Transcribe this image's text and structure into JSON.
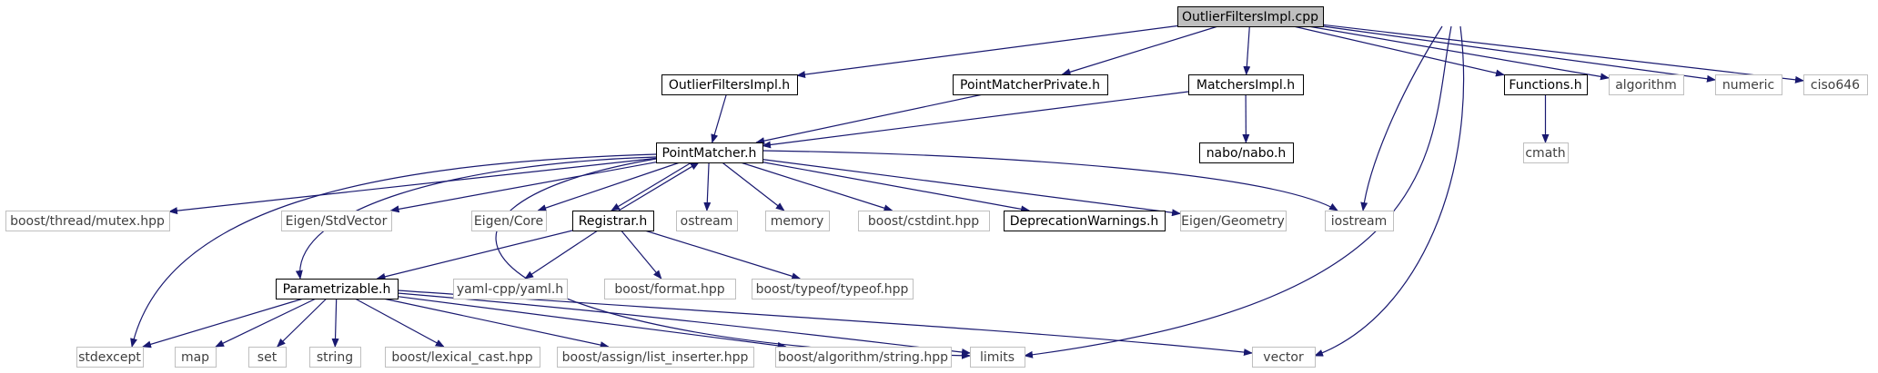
{
  "diagram": {
    "type": "include-dependency-graph",
    "root": "OutlierFiltersImpl.cpp",
    "colors": {
      "edge": "#191970",
      "root_fill": "#bfbfbf",
      "documented_border": "#000000",
      "external_border": "#bfbfbf",
      "external_text": "#3f3f3f",
      "documented_text": "#000000"
    },
    "nodes": [
      {
        "id": "outlierfiltersimpl-cpp",
        "label": "OutlierFiltersImpl.cpp",
        "kind": "root"
      },
      {
        "id": "outlierfiltersimpl-h",
        "label": "OutlierFiltersImpl.h",
        "kind": "documented"
      },
      {
        "id": "pointmatcherprivate-h",
        "label": "PointMatcherPrivate.h",
        "kind": "documented"
      },
      {
        "id": "matchersimpl-h",
        "label": "MatchersImpl.h",
        "kind": "documented"
      },
      {
        "id": "functions-h",
        "label": "Functions.h",
        "kind": "documented"
      },
      {
        "id": "algorithm",
        "label": "algorithm",
        "kind": "external"
      },
      {
        "id": "numeric",
        "label": "numeric",
        "kind": "external"
      },
      {
        "id": "ciso646",
        "label": "ciso646",
        "kind": "external"
      },
      {
        "id": "nabo-h",
        "label": "nabo/nabo.h",
        "kind": "documented"
      },
      {
        "id": "cmath",
        "label": "cmath",
        "kind": "external"
      },
      {
        "id": "pointmatcher-h",
        "label": "PointMatcher.h",
        "kind": "documented"
      },
      {
        "id": "boost-thread-mutex",
        "label": "boost/thread/mutex.hpp",
        "kind": "external"
      },
      {
        "id": "eigen-stdvector",
        "label": "Eigen/StdVector",
        "kind": "external"
      },
      {
        "id": "eigen-core",
        "label": "Eigen/Core",
        "kind": "external"
      },
      {
        "id": "registrar-h",
        "label": "Registrar.h",
        "kind": "documented"
      },
      {
        "id": "ostream",
        "label": "ostream",
        "kind": "external"
      },
      {
        "id": "memory",
        "label": "memory",
        "kind": "external"
      },
      {
        "id": "boost-cstdint",
        "label": "boost/cstdint.hpp",
        "kind": "external"
      },
      {
        "id": "deprecationwarnings-h",
        "label": "DeprecationWarnings.h",
        "kind": "documented"
      },
      {
        "id": "eigen-geometry",
        "label": "Eigen/Geometry",
        "kind": "external"
      },
      {
        "id": "iostream",
        "label": "iostream",
        "kind": "external"
      },
      {
        "id": "yaml-cpp",
        "label": "yaml-cpp/yaml.h",
        "kind": "external"
      },
      {
        "id": "boost-format",
        "label": "boost/format.hpp",
        "kind": "external"
      },
      {
        "id": "boost-typeof",
        "label": "boost/typeof/typeof.hpp",
        "kind": "external"
      },
      {
        "id": "parametrizable-h",
        "label": "Parametrizable.h",
        "kind": "documented"
      },
      {
        "id": "stdexcept",
        "label": "stdexcept",
        "kind": "external"
      },
      {
        "id": "map",
        "label": "map",
        "kind": "external"
      },
      {
        "id": "set",
        "label": "set",
        "kind": "external"
      },
      {
        "id": "string",
        "label": "string",
        "kind": "external"
      },
      {
        "id": "boost-lexical-cast",
        "label": "boost/lexical_cast.hpp",
        "kind": "external"
      },
      {
        "id": "boost-assign",
        "label": "boost/assign/list_inserter.hpp",
        "kind": "external"
      },
      {
        "id": "boost-algorithm-string",
        "label": "boost/algorithm/string.hpp",
        "kind": "external"
      },
      {
        "id": "limits",
        "label": "limits",
        "kind": "external"
      },
      {
        "id": "vector",
        "label": "vector",
        "kind": "external"
      }
    ],
    "edges": [
      {
        "from": "outlierfiltersimpl-cpp",
        "to": "outlierfiltersimpl-h"
      },
      {
        "from": "outlierfiltersimpl-cpp",
        "to": "pointmatcherprivate-h"
      },
      {
        "from": "outlierfiltersimpl-cpp",
        "to": "matchersimpl-h"
      },
      {
        "from": "outlierfiltersimpl-cpp",
        "to": "functions-h"
      },
      {
        "from": "outlierfiltersimpl-cpp",
        "to": "algorithm"
      },
      {
        "from": "outlierfiltersimpl-cpp",
        "to": "numeric"
      },
      {
        "from": "outlierfiltersimpl-cpp",
        "to": "ciso646"
      },
      {
        "from": "outlierfiltersimpl-cpp",
        "to": "iostream"
      },
      {
        "from": "outlierfiltersimpl-cpp",
        "to": "limits"
      },
      {
        "from": "outlierfiltersimpl-cpp",
        "to": "vector"
      },
      {
        "from": "outlierfiltersimpl-h",
        "to": "pointmatcher-h"
      },
      {
        "from": "pointmatcherprivate-h",
        "to": "pointmatcher-h"
      },
      {
        "from": "matchersimpl-h",
        "to": "pointmatcher-h"
      },
      {
        "from": "matchersimpl-h",
        "to": "nabo-h"
      },
      {
        "from": "functions-h",
        "to": "cmath"
      },
      {
        "from": "pointmatcher-h",
        "to": "boost-thread-mutex"
      },
      {
        "from": "pointmatcher-h",
        "to": "eigen-stdvector"
      },
      {
        "from": "pointmatcher-h",
        "to": "eigen-core"
      },
      {
        "from": "pointmatcher-h",
        "to": "registrar-h"
      },
      {
        "from": "pointmatcher-h",
        "to": "ostream"
      },
      {
        "from": "pointmatcher-h",
        "to": "memory"
      },
      {
        "from": "pointmatcher-h",
        "to": "boost-cstdint"
      },
      {
        "from": "pointmatcher-h",
        "to": "deprecationwarnings-h"
      },
      {
        "from": "pointmatcher-h",
        "to": "eigen-geometry"
      },
      {
        "from": "pointmatcher-h",
        "to": "iostream"
      },
      {
        "from": "pointmatcher-h",
        "to": "parametrizable-h"
      },
      {
        "from": "pointmatcher-h",
        "to": "stdexcept"
      },
      {
        "from": "pointmatcher-h",
        "to": "limits"
      },
      {
        "from": "registrar-h",
        "to": "pointmatcher-h"
      },
      {
        "from": "registrar-h",
        "to": "parametrizable-h"
      },
      {
        "from": "registrar-h",
        "to": "yaml-cpp"
      },
      {
        "from": "registrar-h",
        "to": "boost-format"
      },
      {
        "from": "registrar-h",
        "to": "boost-typeof"
      },
      {
        "from": "parametrizable-h",
        "to": "stdexcept"
      },
      {
        "from": "parametrizable-h",
        "to": "map"
      },
      {
        "from": "parametrizable-h",
        "to": "set"
      },
      {
        "from": "parametrizable-h",
        "to": "string"
      },
      {
        "from": "parametrizable-h",
        "to": "boost-lexical-cast"
      },
      {
        "from": "parametrizable-h",
        "to": "boost-assign"
      },
      {
        "from": "parametrizable-h",
        "to": "boost-algorithm-string"
      },
      {
        "from": "parametrizable-h",
        "to": "limits"
      },
      {
        "from": "parametrizable-h",
        "to": "vector"
      }
    ]
  }
}
